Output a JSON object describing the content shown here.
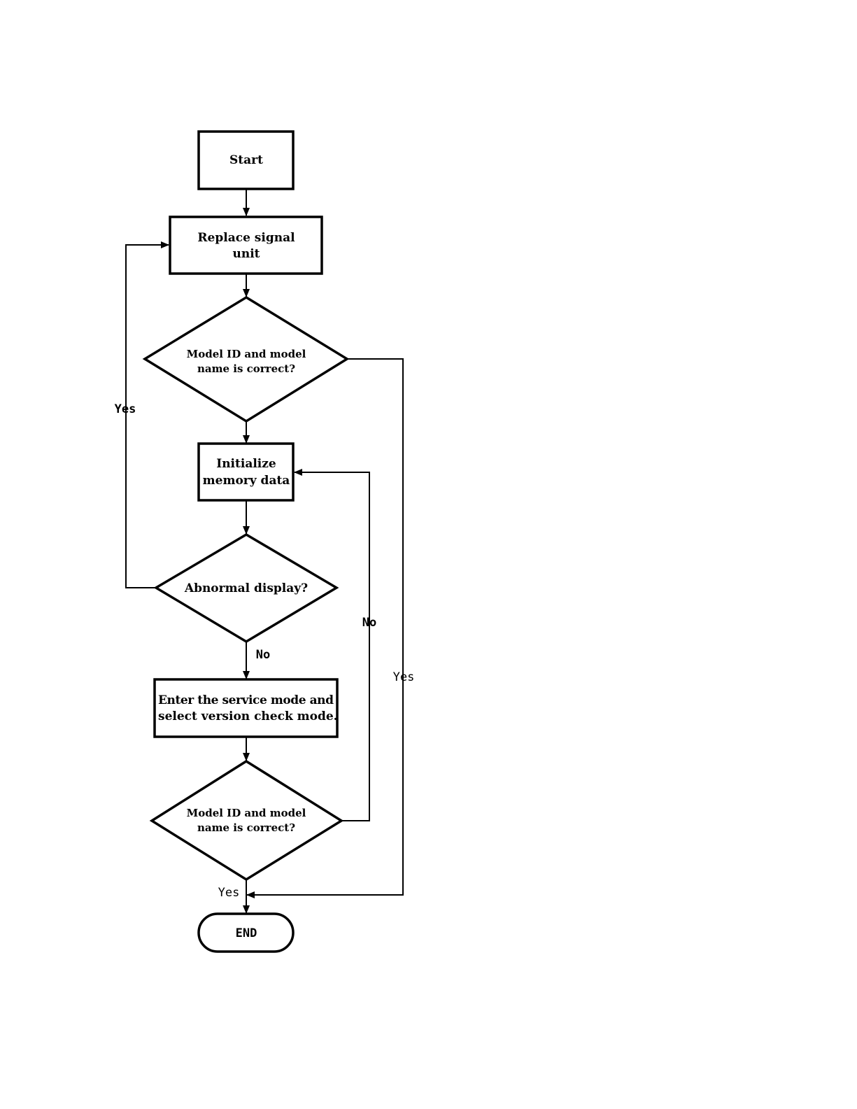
{
  "nodes": {
    "start": {
      "label": "Start"
    },
    "replace": {
      "line1": "Replace signal",
      "line2": "unit"
    },
    "check1": {
      "line1": "Model ID and model",
      "line2": "name is  correct?"
    },
    "init": {
      "line1": "Initialize",
      "line2": "memory data"
    },
    "abnormal": {
      "label": "Abnormal display?"
    },
    "service": {
      "line1": "Enter the service mode and",
      "line2": "select version check mode."
    },
    "check2": {
      "line1": "Model ID and model",
      "line2": "name is  correct?"
    },
    "end": {
      "label": "END"
    }
  },
  "edges": {
    "abnormal_yes": "Yes",
    "abnormal_no": "No",
    "check1_yes": "Yes",
    "check2_no": "No",
    "check2_yes": "Yes"
  }
}
